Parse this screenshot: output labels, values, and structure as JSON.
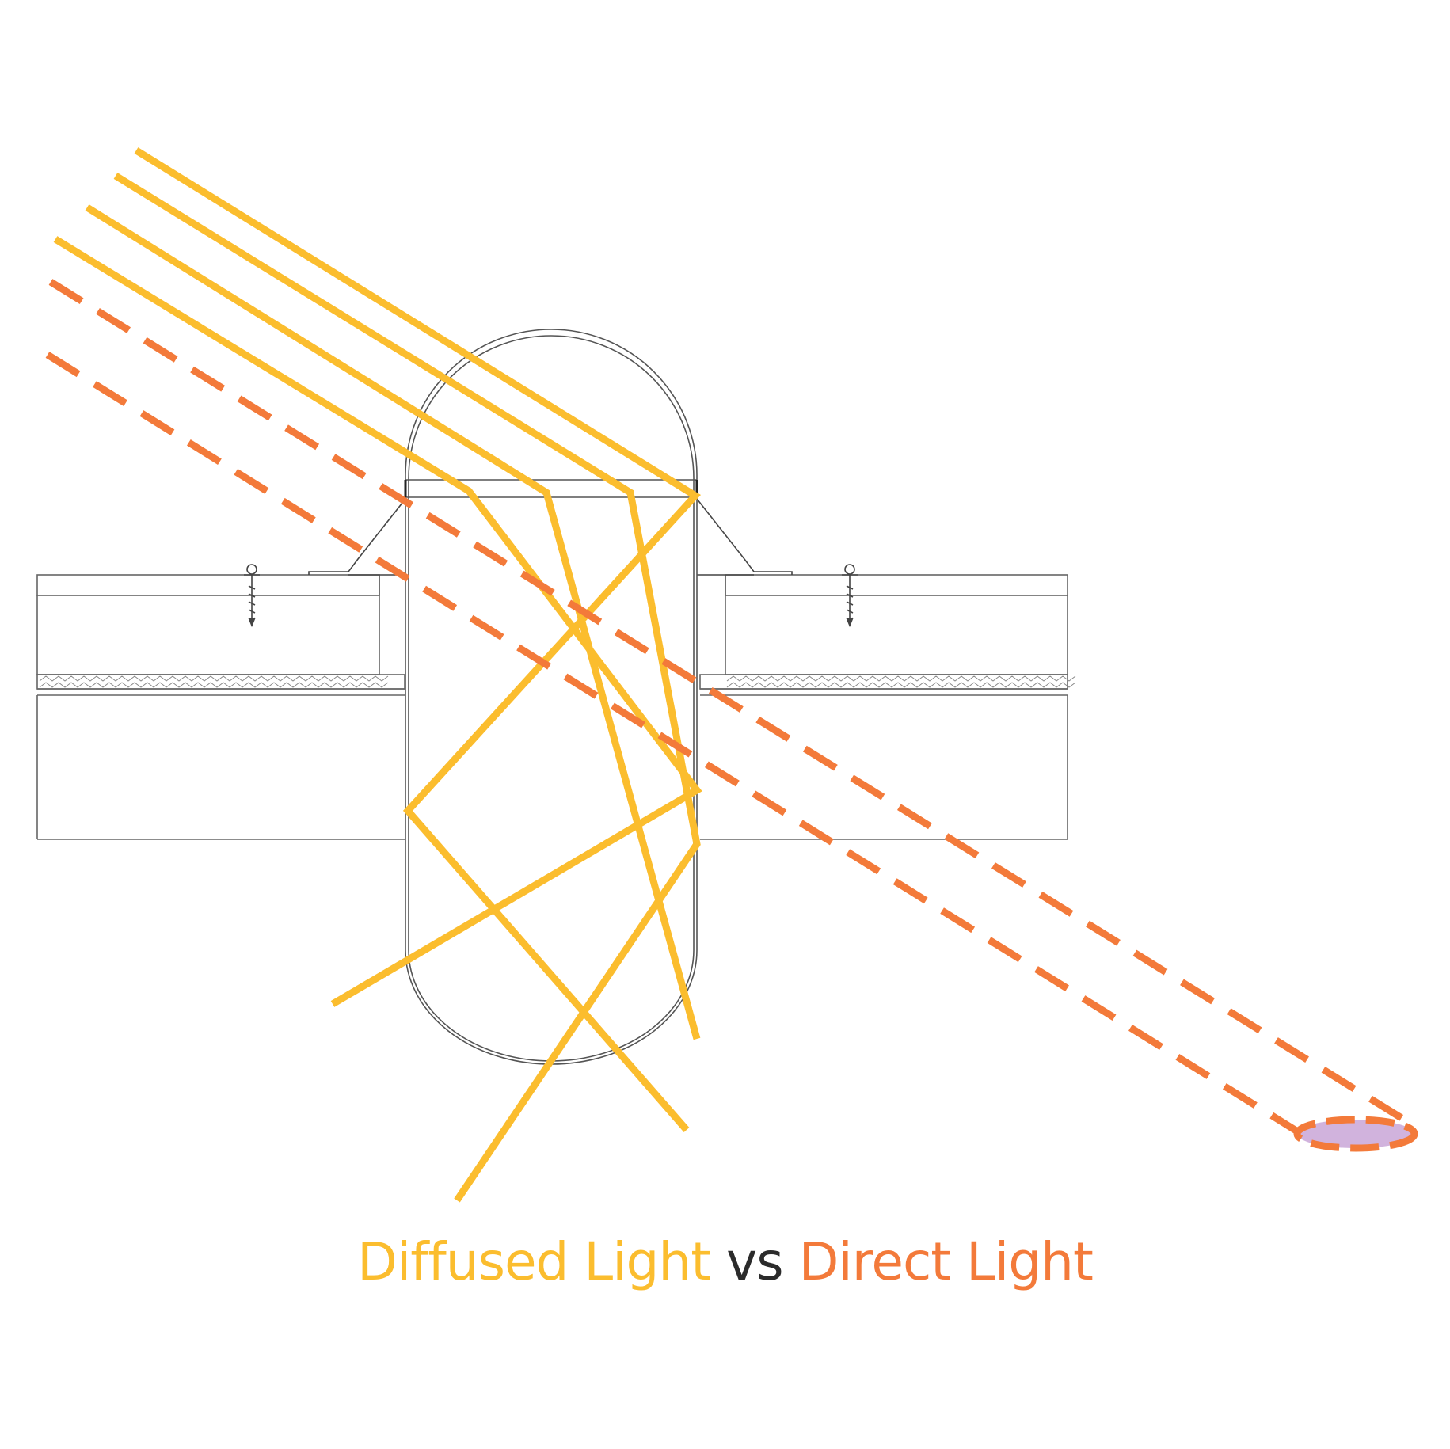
{
  "caption": {
    "diffused": "Diffused Light",
    "vs": " vs ",
    "direct": "Direct Light"
  },
  "colors": {
    "diffused": "#FBBD2E",
    "direct": "#F37A3A",
    "vs": "#2B2B2B",
    "outline": "#555555",
    "spot_fill": "#D1B3DD",
    "spot_stroke": "#F37A3A"
  }
}
